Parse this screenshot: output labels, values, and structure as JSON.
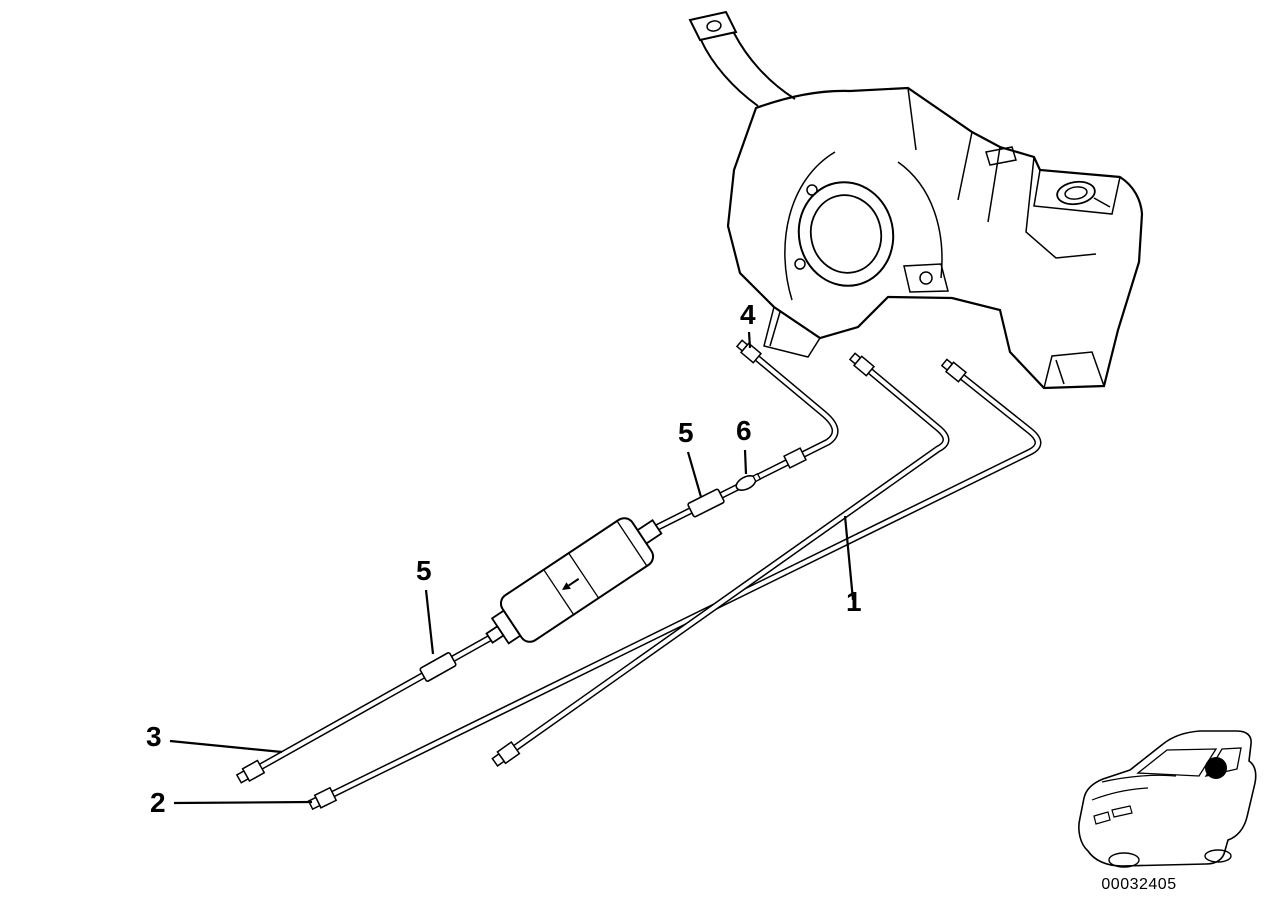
{
  "diagram": {
    "colors": {
      "background": "#ffffff",
      "line": "#000000"
    },
    "callouts": [
      {
        "label": "1"
      },
      {
        "label": "2"
      },
      {
        "label": "3"
      },
      {
        "label": "4"
      },
      {
        "label": "5"
      },
      {
        "label": "5"
      },
      {
        "label": "6"
      }
    ],
    "diagram_number": "00032405"
  }
}
